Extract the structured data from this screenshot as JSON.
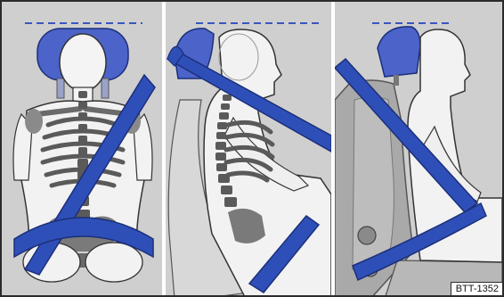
{
  "figure": {
    "code": "BTT-1352",
    "colors": {
      "background": "#cfcfcf",
      "belt": "#2f4fb8",
      "belt_edge": "#1b2f7a",
      "headrest": "#4c63c9",
      "bone": "#8a8a8a",
      "bone_dark": "#5a5a5a",
      "body": "#f2f2f2",
      "seat": "#a9a9a9"
    }
  },
  "panels": [
    {
      "name": "front-view"
    },
    {
      "name": "side-view-skeleton"
    },
    {
      "name": "side-view-seat"
    }
  ]
}
